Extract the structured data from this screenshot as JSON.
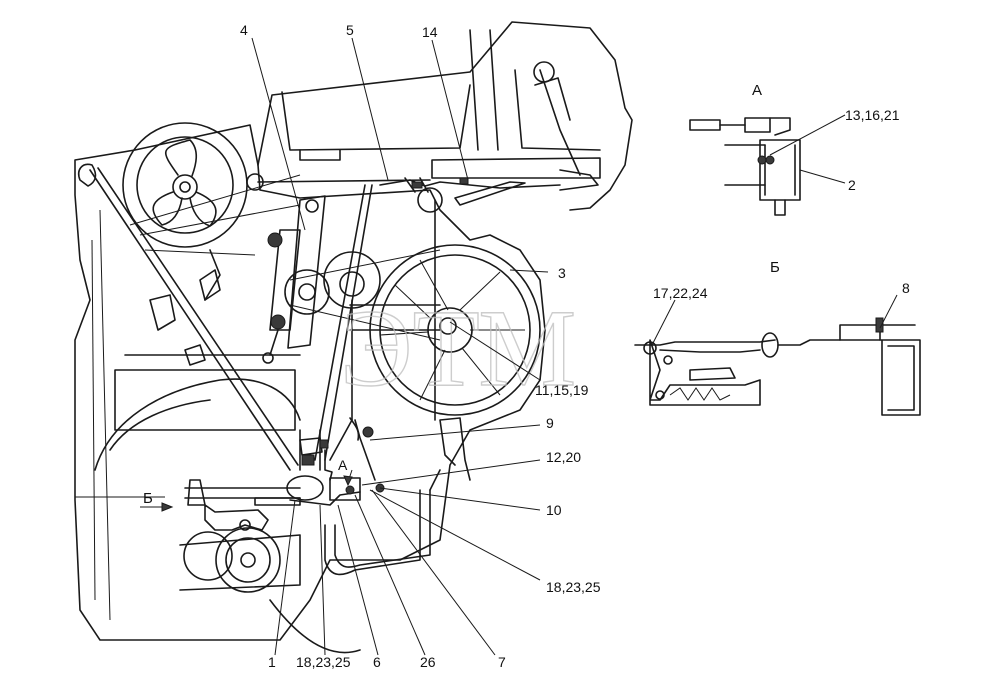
{
  "labels": {
    "l4": "4",
    "l5": "5",
    "l14": "14",
    "l3": "3",
    "l11": "11,15,19",
    "l9": "9",
    "l12": "12,20",
    "l10": "10",
    "l18a": "18,23,25",
    "l1": "1",
    "l18b": "18,23,25",
    "l6": "6",
    "l26": "26",
    "l7": "7",
    "lB": "Б",
    "lA": "А"
  },
  "view_a": {
    "title": "А",
    "l13": "13,16,21",
    "l2": "2"
  },
  "view_b": {
    "title": "Б",
    "l17": "17,22,24",
    "l8": "8"
  },
  "watermark": "ЭТМ"
}
